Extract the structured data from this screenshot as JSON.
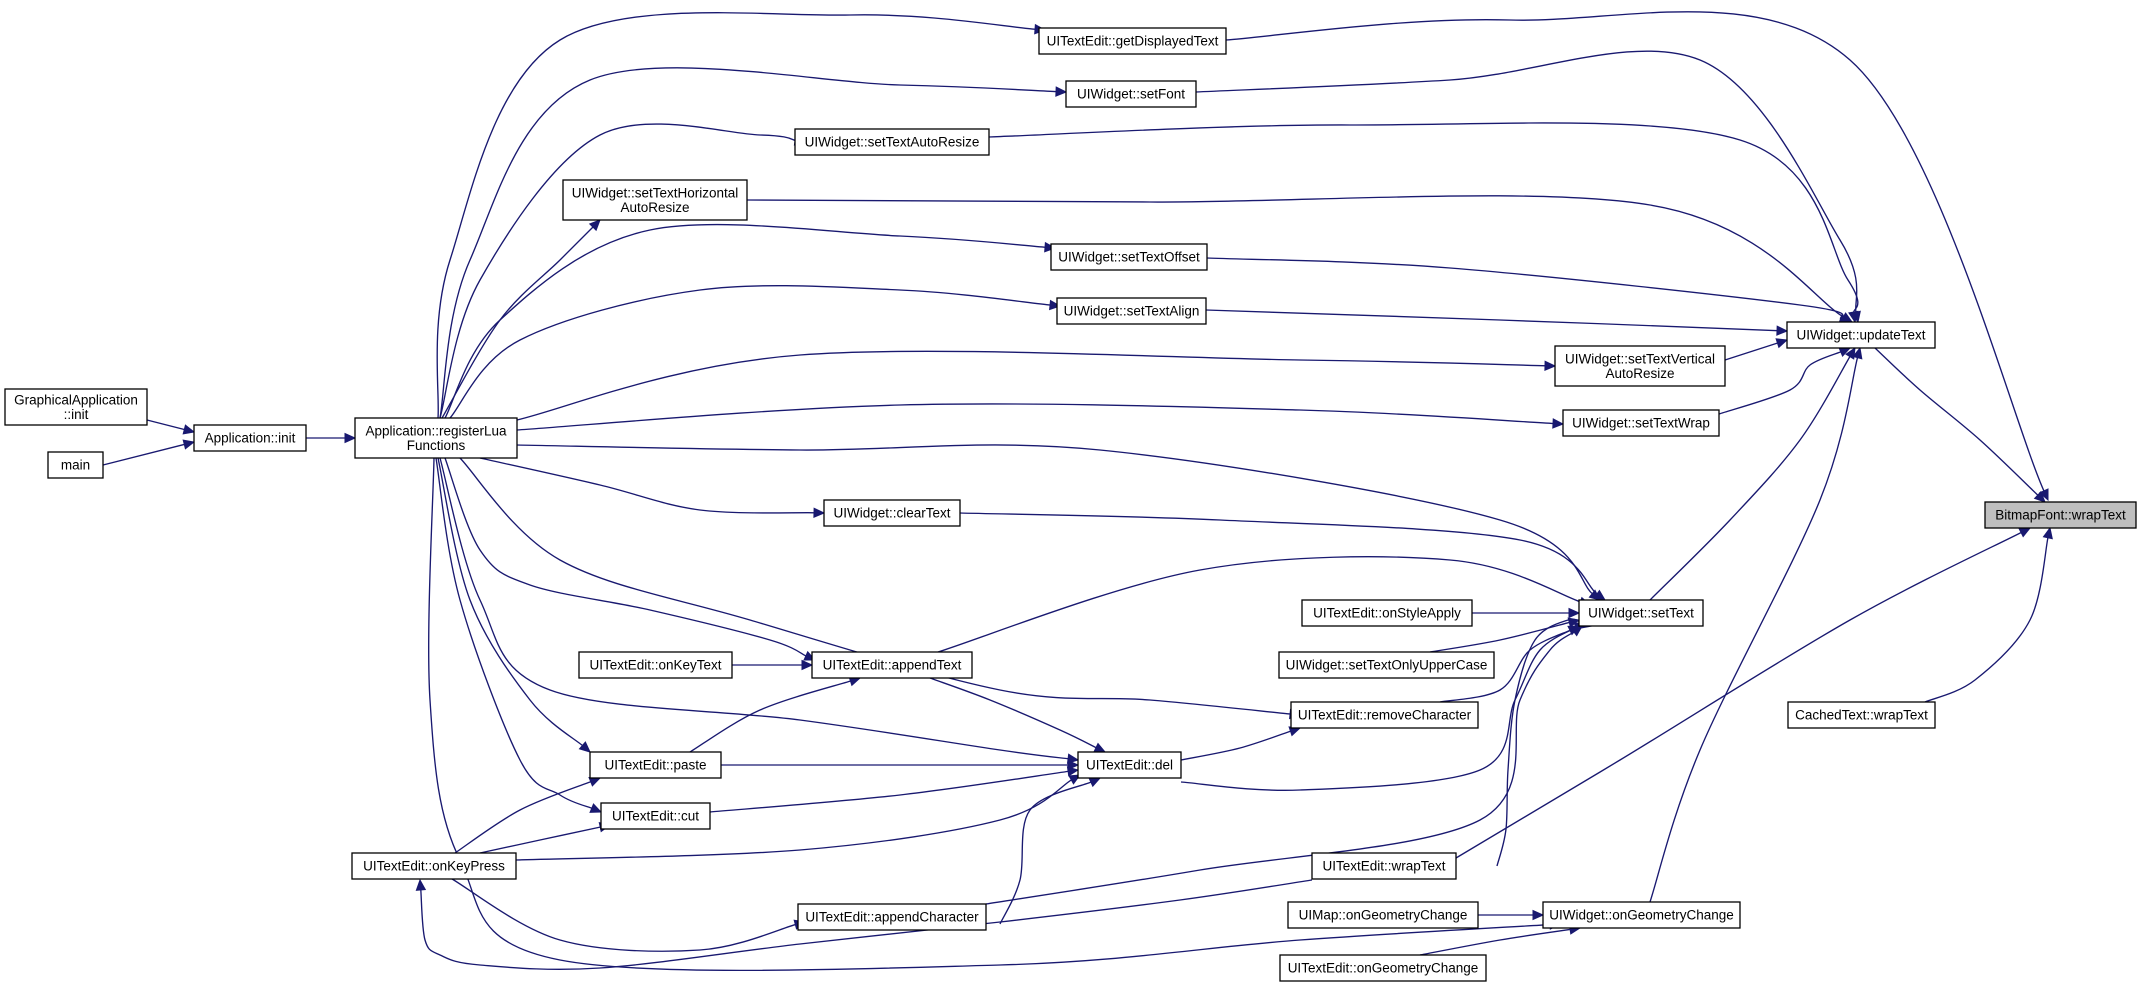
{
  "graph": {
    "edge_color": "#191970",
    "highlight_fill": "#bfbfbf",
    "nodes": [
      {
        "id": "wrap",
        "lines": [
          "BitmapFont::wrapText"
        ],
        "highlighted": true
      },
      {
        "id": "getDisp",
        "lines": [
          "UITextEdit::getDisplayedText"
        ]
      },
      {
        "id": "updateText",
        "lines": [
          "UIWidget::updateText"
        ]
      },
      {
        "id": "setText",
        "lines": [
          "UIWidget::setText"
        ]
      },
      {
        "id": "cached",
        "lines": [
          "CachedText::wrapText"
        ]
      },
      {
        "id": "tewrap",
        "lines": [
          "UITextEdit::wrapText"
        ]
      },
      {
        "id": "setFont",
        "lines": [
          "UIWidget::setFont"
        ]
      },
      {
        "id": "setTAR",
        "lines": [
          "UIWidget::setTextAutoResize"
        ]
      },
      {
        "id": "setTHAR",
        "lines": [
          "UIWidget::setTextHorizontal",
          "AutoResize"
        ]
      },
      {
        "id": "setTO",
        "lines": [
          "UIWidget::setTextOffset"
        ]
      },
      {
        "id": "setTA",
        "lines": [
          "UIWidget::setTextAlign"
        ]
      },
      {
        "id": "setTVAR",
        "lines": [
          "UIWidget::setTextVertical",
          "AutoResize"
        ]
      },
      {
        "id": "setTW",
        "lines": [
          "UIWidget::setTextWrap"
        ]
      },
      {
        "id": "onGeo",
        "lines": [
          "UIWidget::onGeometryChange"
        ]
      },
      {
        "id": "regLua",
        "lines": [
          "Application::registerLua",
          "Functions"
        ]
      },
      {
        "id": "appInit",
        "lines": [
          "Application::init"
        ]
      },
      {
        "id": "gfxInit",
        "lines": [
          "GraphicalApplication",
          "::init"
        ]
      },
      {
        "id": "main",
        "lines": [
          "main"
        ]
      },
      {
        "id": "clearText",
        "lines": [
          "UIWidget::clearText"
        ]
      },
      {
        "id": "onStyle",
        "lines": [
          "UITextEdit::onStyleApply"
        ]
      },
      {
        "id": "setTOUC",
        "lines": [
          "UIWidget::setTextOnlyUpperCase"
        ]
      },
      {
        "id": "removeChar",
        "lines": [
          "UITextEdit::removeCharacter"
        ]
      },
      {
        "id": "appendText",
        "lines": [
          "UITextEdit::appendText"
        ]
      },
      {
        "id": "del",
        "lines": [
          "UITextEdit::del"
        ]
      },
      {
        "id": "appendChar",
        "lines": [
          "UITextEdit::appendCharacter"
        ]
      },
      {
        "id": "onKeyText",
        "lines": [
          "UITextEdit::onKeyText"
        ]
      },
      {
        "id": "paste",
        "lines": [
          "UITextEdit::paste"
        ]
      },
      {
        "id": "cut",
        "lines": [
          "UITextEdit::cut"
        ]
      },
      {
        "id": "onKeyPress",
        "lines": [
          "UITextEdit::onKeyPress"
        ]
      },
      {
        "id": "mapGeo",
        "lines": [
          "UIMap::onGeometryChange"
        ]
      },
      {
        "id": "teGeo",
        "lines": [
          "UITextEdit::onGeometryChange"
        ]
      }
    ],
    "edges": [
      {
        "from": "getDisp",
        "to": "wrap"
      },
      {
        "from": "updateText",
        "to": "wrap"
      },
      {
        "from": "tewrap",
        "to": "wrap"
      },
      {
        "from": "cached",
        "to": "wrap"
      },
      {
        "from": "setFont",
        "to": "updateText"
      },
      {
        "from": "setTAR",
        "to": "updateText"
      },
      {
        "from": "setTHAR",
        "to": "updateText"
      },
      {
        "from": "setTO",
        "to": "updateText"
      },
      {
        "from": "setTA",
        "to": "updateText"
      },
      {
        "from": "setTVAR",
        "to": "updateText"
      },
      {
        "from": "setTW",
        "to": "updateText"
      },
      {
        "from": "setText",
        "to": "updateText"
      },
      {
        "from": "onGeo",
        "to": "updateText"
      },
      {
        "from": "clearText",
        "to": "setText"
      },
      {
        "from": "appendText",
        "to": "setText"
      },
      {
        "from": "onStyle",
        "to": "setText"
      },
      {
        "from": "setTOUC",
        "to": "setText"
      },
      {
        "from": "removeChar",
        "to": "setText"
      },
      {
        "from": "del",
        "to": "setText"
      },
      {
        "from": "tewrap",
        "to": "setText"
      },
      {
        "from": "appendChar",
        "to": "setText"
      },
      {
        "from": "regLua",
        "to": "getDisp"
      },
      {
        "from": "regLua",
        "to": "setFont"
      },
      {
        "from": "regLua",
        "to": "setTAR"
      },
      {
        "from": "regLua",
        "to": "setTHAR"
      },
      {
        "from": "regLua",
        "to": "setTO"
      },
      {
        "from": "regLua",
        "to": "setTA"
      },
      {
        "from": "regLua",
        "to": "setTVAR"
      },
      {
        "from": "regLua",
        "to": "setTW"
      },
      {
        "from": "regLua",
        "to": "clearText"
      },
      {
        "from": "regLua",
        "to": "setText"
      },
      {
        "from": "regLua",
        "to": "appendText"
      },
      {
        "from": "regLua",
        "to": "removeChar"
      },
      {
        "from": "regLua",
        "to": "del"
      },
      {
        "from": "regLua",
        "to": "paste"
      },
      {
        "from": "regLua",
        "to": "cut"
      },
      {
        "from": "regLua",
        "to": "onGeo"
      },
      {
        "from": "appInit",
        "to": "regLua"
      },
      {
        "from": "gfxInit",
        "to": "appInit"
      },
      {
        "from": "main",
        "to": "appInit"
      },
      {
        "from": "onKeyText",
        "to": "appendText"
      },
      {
        "from": "paste",
        "to": "appendText"
      },
      {
        "from": "appendText",
        "to": "del"
      },
      {
        "from": "paste",
        "to": "del"
      },
      {
        "from": "cut",
        "to": "del"
      },
      {
        "from": "onKeyPress",
        "to": "del"
      },
      {
        "from": "appendChar",
        "to": "del"
      },
      {
        "from": "del",
        "to": "removeChar"
      },
      {
        "from": "onKeyPress",
        "to": "paste"
      },
      {
        "from": "onKeyPress",
        "to": "cut"
      },
      {
        "from": "onKeyPress",
        "to": "appendChar"
      },
      {
        "from": "tewrap",
        "to": "onKeyPress"
      },
      {
        "from": "mapGeo",
        "to": "onGeo"
      },
      {
        "from": "teGeo",
        "to": "onGeo"
      }
    ]
  }
}
